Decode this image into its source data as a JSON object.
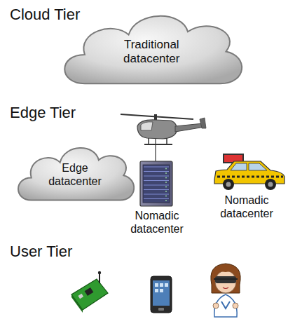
{
  "diagram": {
    "nodes": [
      {
        "text": [
          "Traditional datacenter"
        ]
      },
      {
        "text": [
          "Edge datacenter"
        ]
      }
    ],
    "labels": [
      "Cloud Tier",
      "Edge Tier",
      "Nomadic datacenter",
      "Nomadic datacenter",
      "User Tier"
    ]
  }
}
